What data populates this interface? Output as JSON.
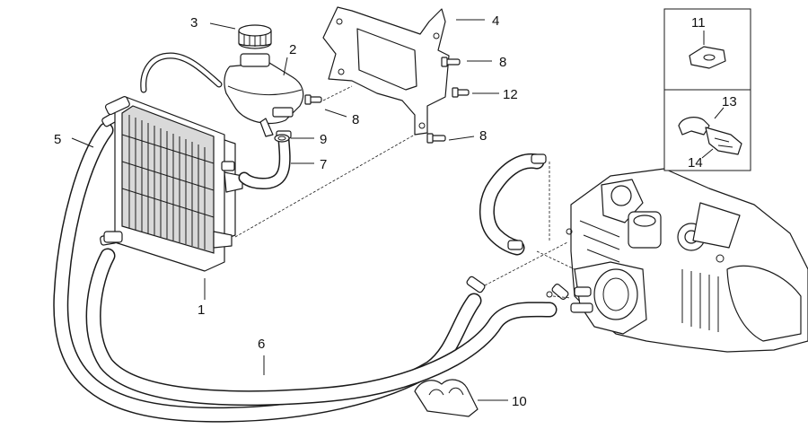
{
  "diagram": {
    "callouts": {
      "c1": "1",
      "c2": "2",
      "c3": "3",
      "c4": "4",
      "c5": "5",
      "c6": "6",
      "c7": "7",
      "c8a": "8",
      "c8b": "8",
      "c8c": "8",
      "c9": "9",
      "c10": "10",
      "c11": "11",
      "c12": "12",
      "c13": "13",
      "c14": "14"
    }
  }
}
